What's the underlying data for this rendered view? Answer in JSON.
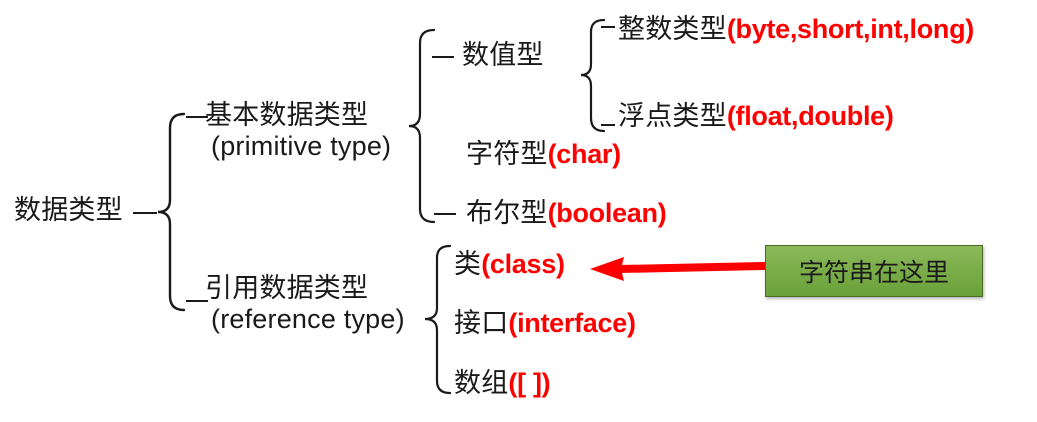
{
  "diagram": {
    "title_root": "数据类型",
    "background_color": "#ffffff",
    "text_color": "#1a1a1a",
    "accent_code_color": "#ff0000",
    "callout_fill_color": "#7cae4a",
    "callout_border_color": "#4a6b24",
    "arrow_color": "#ff0000"
  },
  "nodes": {
    "root": {
      "cn": "数据类型"
    },
    "primitive": {
      "cn": "基本数据类型",
      "en": "(primitive type)"
    },
    "reference": {
      "cn": "引用数据类型",
      "en": "(reference type)"
    },
    "numeric": {
      "cn": "数值型"
    },
    "integer": {
      "cn": "整数类型",
      "code": "(byte,short,int,long)"
    },
    "float": {
      "cn": "浮点类型",
      "code": "(float,double)"
    },
    "char": {
      "cn": "字符型",
      "code": "(char)"
    },
    "boolean": {
      "cn": "布尔型",
      "code": "(boolean)"
    },
    "class": {
      "cn": "类",
      "code": "(class)"
    },
    "interface": {
      "cn": "接口",
      "code": "(interface)"
    },
    "array": {
      "cn": "数组",
      "code": "([ ])"
    }
  },
  "callout": {
    "label": "字符串在这里",
    "points_to": "类(class)"
  },
  "chart_data": {
    "type": "table",
    "title": "数据类型",
    "hierarchy": [
      {
        "label": "基本数据类型",
        "english": "(primitive type)",
        "children": [
          {
            "label": "数值型",
            "children": [
              {
                "label": "整数类型",
                "code": "(byte,short,int,long)"
              },
              {
                "label": "浮点类型",
                "code": "(float,double)"
              }
            ]
          },
          {
            "label": "字符型",
            "code": "(char)"
          },
          {
            "label": "布尔型",
            "code": "(boolean)"
          }
        ]
      },
      {
        "label": "引用数据类型",
        "english": "(reference type)",
        "children": [
          {
            "label": "类",
            "code": "(class)",
            "annotation": "字符串在这里"
          },
          {
            "label": "接口",
            "code": "(interface)"
          },
          {
            "label": "数组",
            "code": "([ ])"
          }
        ]
      }
    ]
  }
}
